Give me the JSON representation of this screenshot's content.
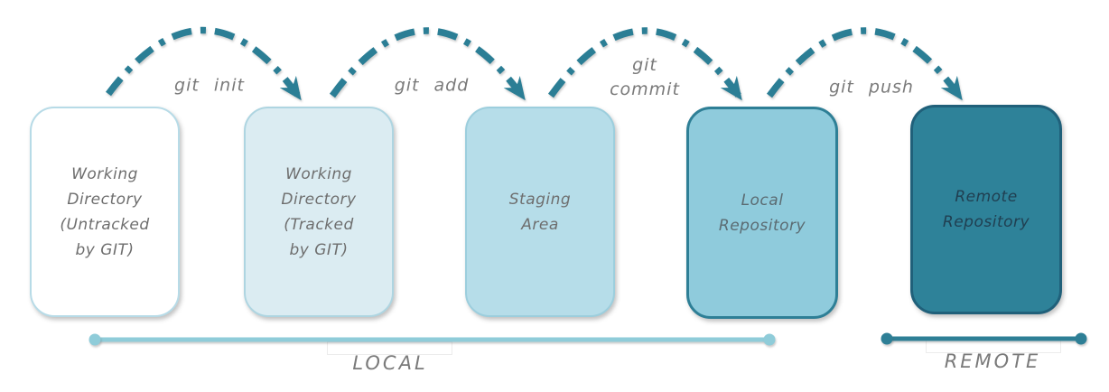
{
  "diagram": {
    "stages": [
      {
        "id": "working-directory-untracked",
        "label": "Working\nDirectory\n(Untracked\nby GIT)",
        "fill": "#ffffff",
        "border": "#b7dbe7",
        "text_color": "#6e6e6e"
      },
      {
        "id": "working-directory-tracked",
        "label": "Working\nDirectory\n(Tracked\nby GIT)",
        "fill": "#dbecf2",
        "border": "#aed5e1",
        "text_color": "#6e6e6e"
      },
      {
        "id": "staging-area",
        "label": "Staging\nArea",
        "fill": "#b6dde9",
        "border": "#9ccedd",
        "text_color": "#6e6e6e"
      },
      {
        "id": "local-repository",
        "label": "Local\nRepository",
        "fill": "#8fcbdc",
        "border": "#2e7f96",
        "text_color": "#5b6b72"
      },
      {
        "id": "remote-repository",
        "label": "Remote\nRepository",
        "fill": "#2e8299",
        "border": "#20607a",
        "text_color": "#203f51"
      }
    ],
    "commands": [
      {
        "id": "git-init",
        "label": "git init"
      },
      {
        "id": "git-add",
        "label": "git add"
      },
      {
        "id": "git-commit",
        "label": "git commit"
      },
      {
        "id": "git-push",
        "label": "git push"
      }
    ],
    "regions": [
      {
        "id": "local",
        "label": "LOCAL",
        "line_color": "#8fccd9",
        "span": "stages 1-4"
      },
      {
        "id": "remote",
        "label": "REMOTE",
        "line_color": "#2e7f96",
        "span": "stage 5"
      }
    ],
    "arrow_color": "#2b7e95",
    "label_text_color": "#7a7a7a"
  }
}
